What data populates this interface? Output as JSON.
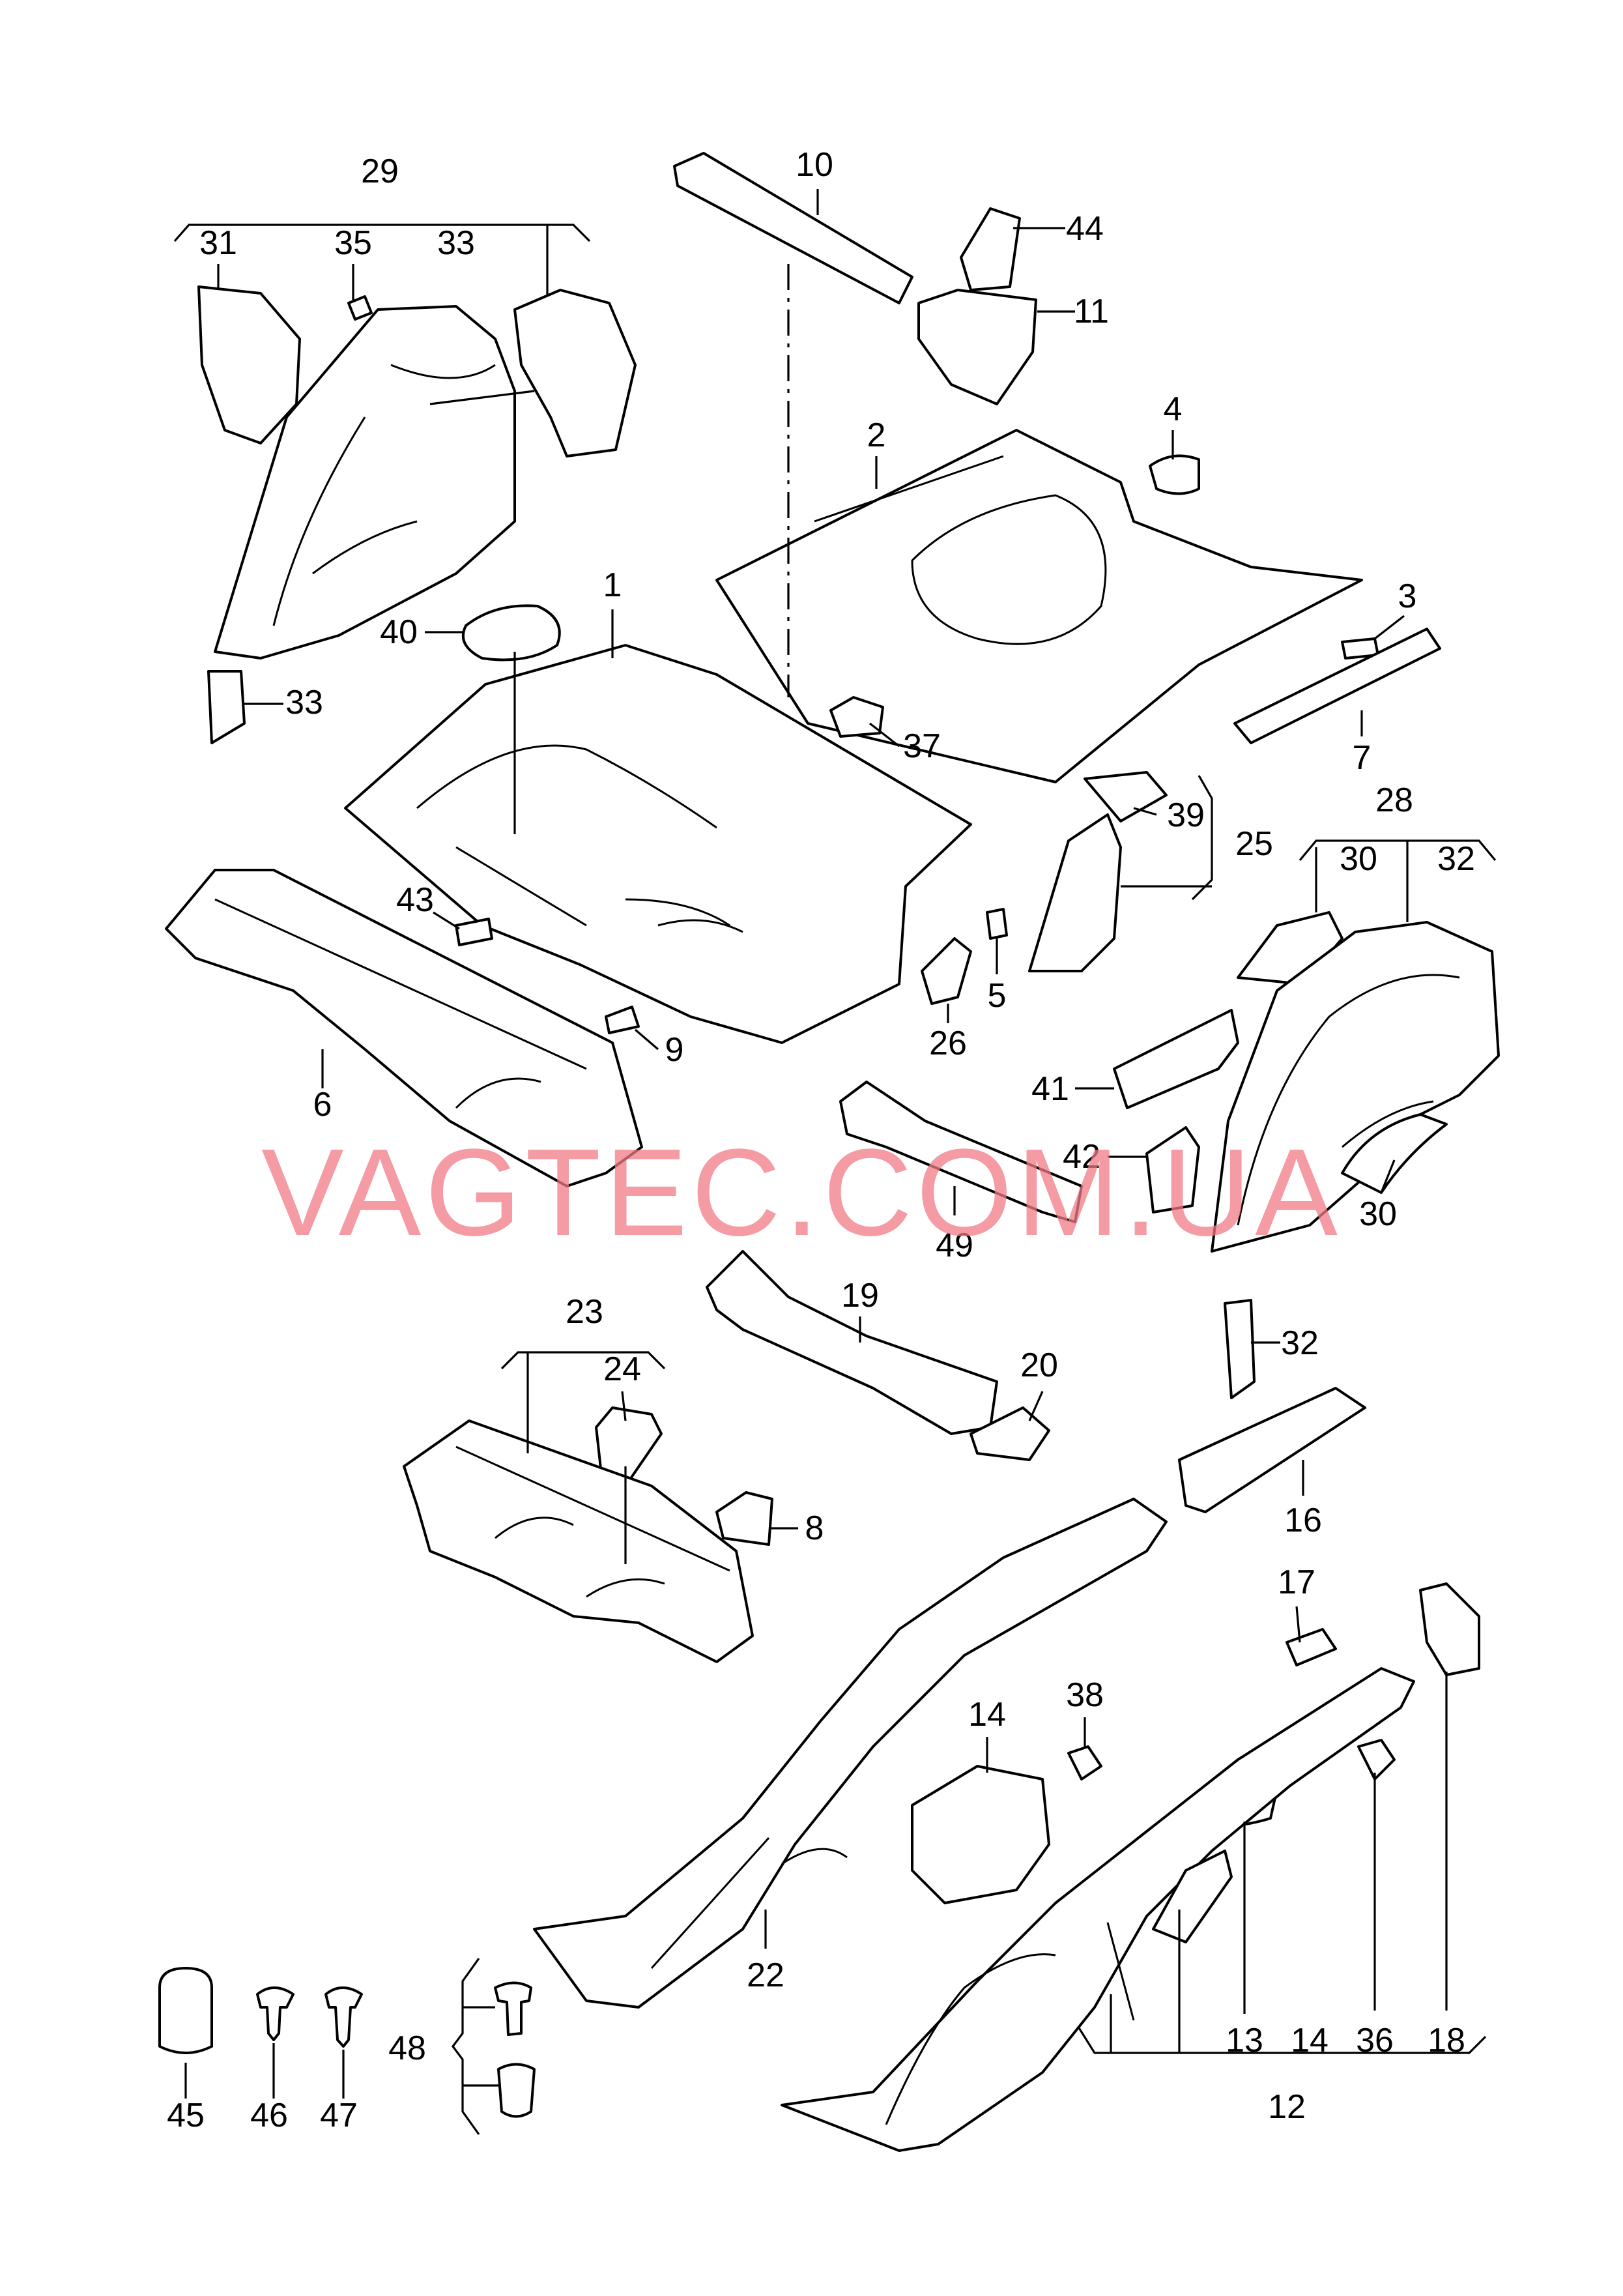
{
  "watermark": "VAGTEC.COM.UA",
  "callouts": [
    {
      "id": "c1",
      "text": "1"
    },
    {
      "id": "c2",
      "text": "2"
    },
    {
      "id": "c3",
      "text": "3"
    },
    {
      "id": "c4",
      "text": "4"
    },
    {
      "id": "c5",
      "text": "5"
    },
    {
      "id": "c6",
      "text": "6"
    },
    {
      "id": "c7",
      "text": "7"
    },
    {
      "id": "c8",
      "text": "8"
    },
    {
      "id": "c9",
      "text": "9"
    },
    {
      "id": "c10",
      "text": "10"
    },
    {
      "id": "c11",
      "text": "11"
    },
    {
      "id": "c12",
      "text": "12"
    },
    {
      "id": "c13",
      "text": "13"
    },
    {
      "id": "c14a",
      "text": "14"
    },
    {
      "id": "c14b",
      "text": "14"
    },
    {
      "id": "c16",
      "text": "16"
    },
    {
      "id": "c17",
      "text": "17"
    },
    {
      "id": "c18",
      "text": "18"
    },
    {
      "id": "c19",
      "text": "19"
    },
    {
      "id": "c20",
      "text": "20"
    },
    {
      "id": "c22",
      "text": "22"
    },
    {
      "id": "c23",
      "text": "23"
    },
    {
      "id": "c24",
      "text": "24"
    },
    {
      "id": "c25",
      "text": "25"
    },
    {
      "id": "c26",
      "text": "26"
    },
    {
      "id": "c28",
      "text": "28"
    },
    {
      "id": "c29",
      "text": "29"
    },
    {
      "id": "c30a",
      "text": "30"
    },
    {
      "id": "c30b",
      "text": "30"
    },
    {
      "id": "c31",
      "text": "31"
    },
    {
      "id": "c32a",
      "text": "32"
    },
    {
      "id": "c32b",
      "text": "32"
    },
    {
      "id": "c33a",
      "text": "33"
    },
    {
      "id": "c33b",
      "text": "33"
    },
    {
      "id": "c35",
      "text": "35"
    },
    {
      "id": "c36",
      "text": "36"
    },
    {
      "id": "c37",
      "text": "37"
    },
    {
      "id": "c38",
      "text": "38"
    },
    {
      "id": "c39",
      "text": "39"
    },
    {
      "id": "c40",
      "text": "40"
    },
    {
      "id": "c41",
      "text": "41"
    },
    {
      "id": "c42",
      "text": "42"
    },
    {
      "id": "c43",
      "text": "43"
    },
    {
      "id": "c44",
      "text": "44"
    },
    {
      "id": "c45",
      "text": "45"
    },
    {
      "id": "c46",
      "text": "46"
    },
    {
      "id": "c47",
      "text": "47"
    },
    {
      "id": "c48",
      "text": "48"
    },
    {
      "id": "c49",
      "text": "49"
    }
  ]
}
